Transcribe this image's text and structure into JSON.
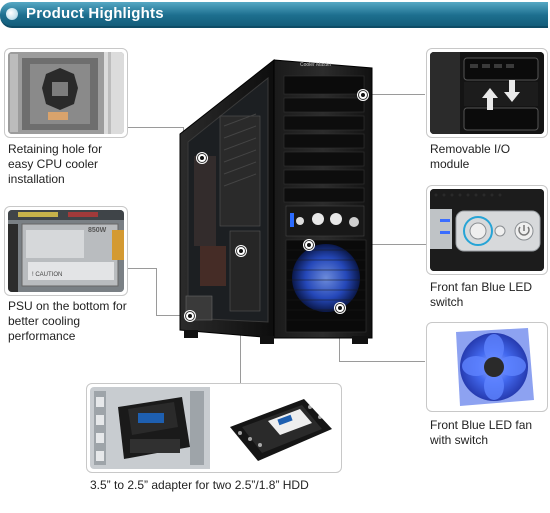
{
  "header": {
    "title": "Product Highlights"
  },
  "features": {
    "cpu_hole": {
      "caption_lines": [
        "Retaining hole for",
        "easy CPU cooler",
        "installation"
      ]
    },
    "psu": {
      "caption_lines": [
        "PSU on the bottom for",
        "better cooling",
        "performance"
      ],
      "label": "850W"
    },
    "removable_io": {
      "caption_lines": [
        "Removable I/O",
        "module"
      ]
    },
    "fan_switch": {
      "caption_lines": [
        "Front fan Blue LED",
        "switch"
      ]
    },
    "led_fan": {
      "caption_lines": [
        "Front Blue LED fan",
        "with switch"
      ]
    },
    "hdd_adapter": {
      "caption_lines": [
        "3.5” to 2.5” adapter for two 2.5”/1.8” HDD"
      ]
    }
  },
  "case": {
    "brand": "Cooler Master"
  },
  "colors": {
    "banner": "#1d6f8f",
    "led_blue": "#2b5cff",
    "case_black": "#111111"
  }
}
